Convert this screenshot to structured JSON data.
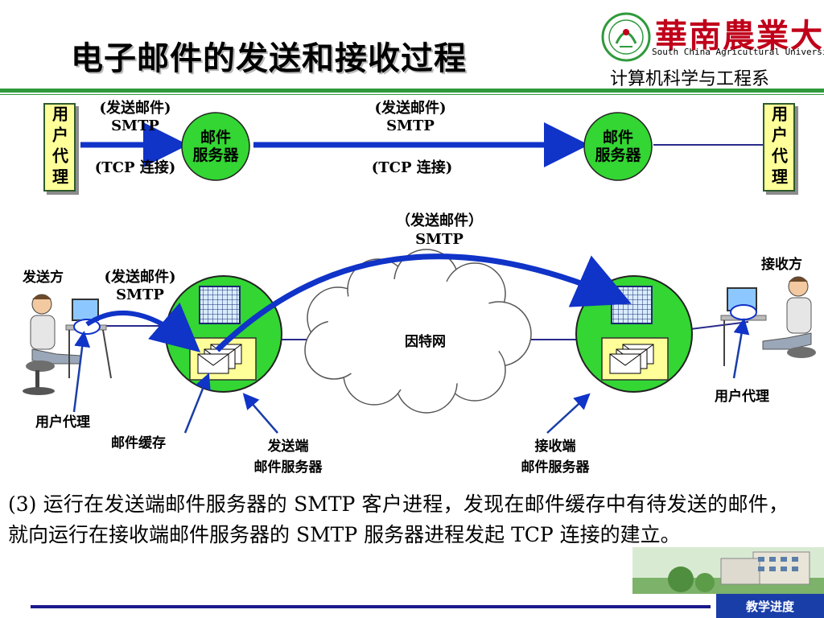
{
  "header": {
    "title": "电子邮件的发送和接收过程",
    "university_cn": "華南農業大學",
    "university_en": "South China Agricultural University",
    "department": "计算机科学与工程系"
  },
  "top_row": {
    "left_agent": "用户代理",
    "right_agent": "用户代理",
    "left_server": [
      "邮件",
      "服务器"
    ],
    "right_server": [
      "邮件",
      "服务器"
    ],
    "label1_send": "(发送邮件)",
    "label1_smtp": "SMTP",
    "label1_tcp": "(TCP 连接)",
    "label2_send": "(发送邮件)",
    "label2_smtp": "SMTP",
    "label2_tcp": "(TCP 连接)"
  },
  "bottom": {
    "sender": "发送方",
    "receiver": "接收方",
    "left_send": "(发送邮件)",
    "left_smtp": "SMTP",
    "mid_send": "（发送邮件）",
    "mid_smtp": "SMTP",
    "internet": "因特网",
    "user_agent_left": "用户代理",
    "user_agent_right": "用户代理",
    "mail_cache": "邮件缓存",
    "sender_server_1": "发送端",
    "sender_server_2": "邮件服务器",
    "receiver_server_1": "接收端",
    "receiver_server_2": "邮件服务器"
  },
  "paragraph": "(3)  运行在发送端邮件服务器的  SMTP  客户进程，发现在邮件缓存中有待发送的邮件，就向运行在接收端邮件服务器的 SMTP 服务器进程发起 TCP 连接的建立。",
  "footer": {
    "progress_button": "教学进度"
  },
  "colors": {
    "arrow_blue": "#1033c8",
    "server_green": "#33d633",
    "agent_yellow": "#ffff99",
    "header_green": "#2f9a3c",
    "university_red": "#c0001a"
  }
}
